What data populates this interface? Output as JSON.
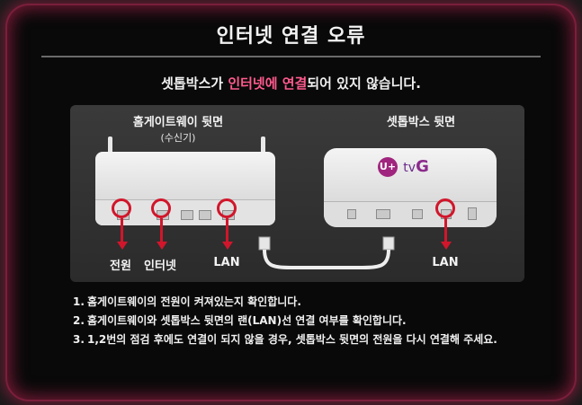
{
  "dialog": {
    "title": "인터넷 연결 오류",
    "message_prefix": "셋톱박스가 ",
    "message_highlight": "인터넷에 연결",
    "message_suffix": "되어 있지 않습니다.",
    "highlight_color": "#ff5a8e"
  },
  "diagram": {
    "gateway_label": "홈게이트웨이 뒷면",
    "gateway_sublabel": "(수신기)",
    "settop_label": "셋톱박스 뒷면",
    "port_labels": [
      "전원",
      "인터넷",
      "LAN"
    ],
    "settop_port_label": "LAN",
    "logo_u": "U+",
    "logo_tv": "tv",
    "logo_g": "G",
    "marker_color": "#d1162b"
  },
  "instructions": [
    {
      "num": "1.",
      "text": "홈게이트웨이의 전원이 켜져있는지 확인합니다."
    },
    {
      "num": "2.",
      "text": "홈게이트웨이와 셋톱박스 뒷면의 랜(LAN)선 연결 여부를 확인합니다."
    },
    {
      "num": "3.",
      "text": "1,2번의 점검 후에도 연결이 되지 않을 경우, 셋톱박스 뒷면의 전원을 다시 연결해 주세요."
    }
  ]
}
